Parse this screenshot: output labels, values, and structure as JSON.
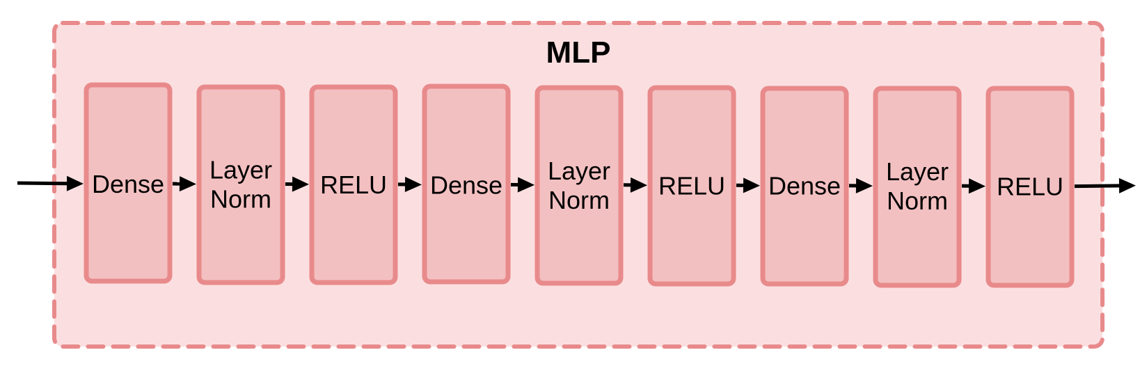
{
  "container": {
    "title": "MLP",
    "fill_color": "#fbdfe0",
    "border_color": "#e88a8b",
    "border_style": "dashed"
  },
  "blocks": [
    {
      "lines": [
        "Dense"
      ]
    },
    {
      "lines": [
        "Layer",
        "Norm"
      ]
    },
    {
      "lines": [
        "RELU"
      ]
    },
    {
      "lines": [
        "Dense"
      ]
    },
    {
      "lines": [
        "Layer",
        "Norm"
      ]
    },
    {
      "lines": [
        "RELU"
      ]
    },
    {
      "lines": [
        "Dense"
      ]
    },
    {
      "lines": [
        "Layer",
        "Norm"
      ]
    },
    {
      "lines": [
        "RELU"
      ]
    }
  ],
  "colors": {
    "block_fill": "#f3c0c1",
    "block_border": "#e88a8b",
    "arrow": "#000000",
    "text": "#000000"
  },
  "flow": {
    "direction": "left-to-right",
    "has_input_arrow": true,
    "has_output_arrow": true
  }
}
